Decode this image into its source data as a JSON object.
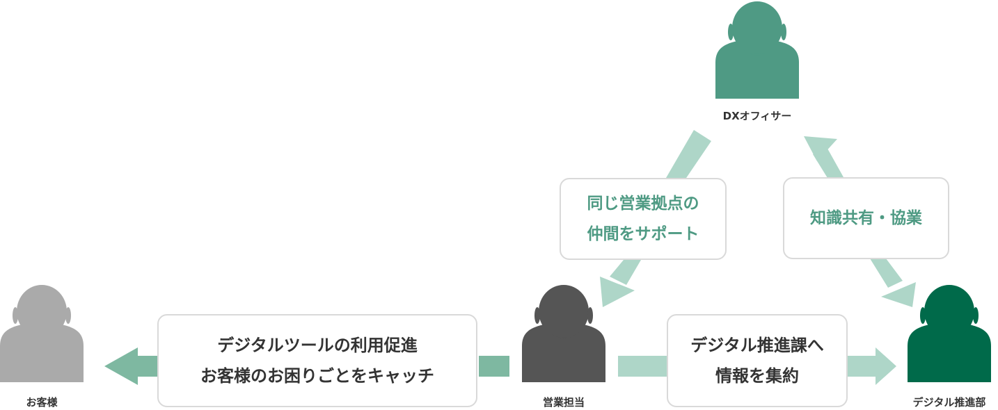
{
  "colors": {
    "customer": "#aaaaaa",
    "sales": "#555555",
    "dx_officer": "#4f9a84",
    "digital_dept": "#006a4a",
    "arrow_light": "#aed6c8",
    "arrow_mid": "#7eb8a1",
    "box_border": "#d9d9d9",
    "green_text": "#4e9a83",
    "dark_text": "#333333"
  },
  "people": {
    "customer": {
      "label": "お客様",
      "icon": "person-icon"
    },
    "sales": {
      "label": "営業担当",
      "icon": "person-icon"
    },
    "dx_officer": {
      "label": "DXオフィサー",
      "icon": "person-icon"
    },
    "digital_dept": {
      "label": "デジタル推進部",
      "icon": "person-icon"
    }
  },
  "boxes": {
    "support": {
      "lines": [
        "同じ営業拠点の",
        "仲間をサポート"
      ]
    },
    "knowledge": {
      "lines": [
        "知識共有・協業"
      ]
    },
    "customer_flow": {
      "lines": [
        "デジタルツールの利用促進",
        "お客様のお困りごとをキャッチ"
      ]
    },
    "digital_flow": {
      "lines": [
        "デジタル推進課へ",
        "情報を集約"
      ]
    }
  }
}
